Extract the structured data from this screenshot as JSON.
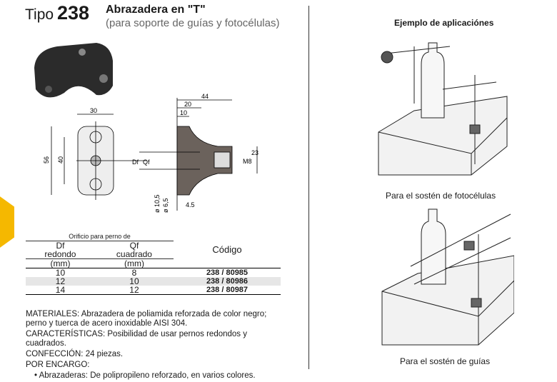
{
  "header": {
    "tipo": "Tipo",
    "number": "238",
    "title": "Abrazadera en \"T\"",
    "subtitle": "(para soporte de guías y fotocélulas)"
  },
  "drawing": {
    "dims": [
      "30",
      "56",
      "40",
      "44",
      "20",
      "10",
      "Df",
      "Qf",
      "M8",
      "23",
      "ø 10,5",
      "ø 6,5",
      "4.5"
    ]
  },
  "table": {
    "group": "Orificio para perno de",
    "col1": [
      "Df",
      "redondo",
      "(mm)"
    ],
    "col2": [
      "Qf",
      "cuadrado",
      "(mm)"
    ],
    "col3": "Código",
    "rows": [
      {
        "df": "10",
        "qf": "8",
        "code": "238 / 80985"
      },
      {
        "df": "12",
        "qf": "10",
        "code": "238 / 80986"
      },
      {
        "df": "14",
        "qf": "12",
        "code": "238 / 80987"
      }
    ]
  },
  "notes": {
    "materiales_label": "MATERIALES:",
    "materiales": " Abrazadera de poliamida reforzada de color negro; perno y tuerca de acero inoxidable AISI 304.",
    "caract_label": "CARACTERÍSTICAS:",
    "caract": " Posibilidad de usar pernos redondos y cuadrados.",
    "confeccion_label": "CONFECCIÓN:",
    "confeccion": " 24 piezas.",
    "encargo_label": "POR ENCARGO:",
    "bullet_label": "Abrazaderas:",
    "bullet": " De polipropileno reforzado, en varios colores."
  },
  "right": {
    "heading": "Ejemplo de aplicaciónes",
    "caption1": "Para el sostén de fotocélulas",
    "caption2": "Para el sostén de guías"
  },
  "colors": {
    "accent": "#f5b800"
  }
}
